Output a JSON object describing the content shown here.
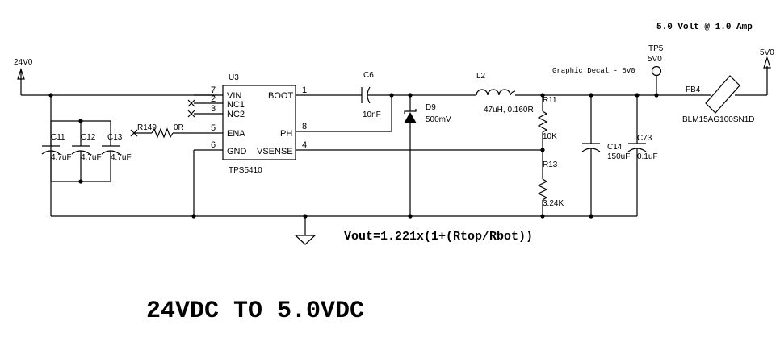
{
  "header": {
    "spec": "5.0 Volt @ 1.0 Amp",
    "decal": "Graphic Decal - 5V0"
  },
  "nets": {
    "input": "24V0",
    "output": "5V0",
    "tp5_net": "5V0"
  },
  "ic": {
    "ref": "U3",
    "part": "TPS5410",
    "pins_left": [
      {
        "num": "7",
        "name": "VIN"
      },
      {
        "num": "2",
        "name": "NC1"
      },
      {
        "num": "3",
        "name": "NC2"
      },
      {
        "num": "5",
        "name": "ENA"
      },
      {
        "num": "6",
        "name": "GND"
      }
    ],
    "pins_right": [
      {
        "num": "1",
        "name": "BOOT"
      },
      {
        "num": "8",
        "name": "PH"
      },
      {
        "num": "4",
        "name": "VSENSE"
      }
    ]
  },
  "components": {
    "c11": {
      "ref": "C11",
      "value": "4.7uF"
    },
    "c12": {
      "ref": "C12",
      "value": "4.7uF"
    },
    "c13": {
      "ref": "C13",
      "value": "4.7uF"
    },
    "r149": {
      "ref": "R149",
      "value": "0R"
    },
    "c6": {
      "ref": "C6",
      "value": "10nF"
    },
    "d9": {
      "ref": "D9",
      "value": "500mV"
    },
    "l2": {
      "ref": "L2",
      "value": "47uH, 0.160R"
    },
    "r11": {
      "ref": "R11",
      "value": "10K"
    },
    "r13": {
      "ref": "R13",
      "value": "3.24K"
    },
    "c14": {
      "ref": "C14",
      "value": "150uF"
    },
    "c73": {
      "ref": "C73",
      "value": "0.1uF"
    },
    "tp5": {
      "ref": "TP5"
    },
    "fb4": {
      "ref": "FB4",
      "value": "BLM15AG100SN1D"
    }
  },
  "formula": "Vout=1.221x(1+(Rtop/Rbot))",
  "title": "24VDC TO 5.0VDC",
  "icons": [
    "ground-icon",
    "power-arrow-icon",
    "capacitor-icon",
    "resistor-icon",
    "inductor-icon",
    "diode-icon",
    "ferrite-bead-icon",
    "test-point-icon"
  ]
}
